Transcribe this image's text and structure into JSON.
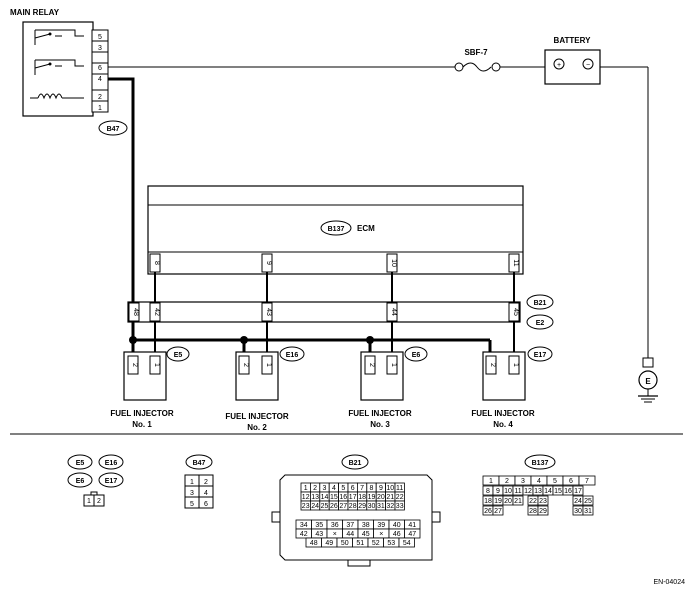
{
  "main_relay": {
    "title": "MAIN RELAY",
    "connector": "B47",
    "pins": [
      "5",
      "3",
      "6",
      "4",
      "2",
      "1"
    ]
  },
  "fuse": {
    "label": "SBF-7"
  },
  "battery": {
    "label": "BATTERY",
    "plus": "+",
    "minus": "−"
  },
  "ecm": {
    "connector": "B137",
    "label": "ECM",
    "pins": [
      "8",
      "9",
      "10",
      "11"
    ]
  },
  "harness": {
    "connector_top": "B21",
    "connector_bottom": "E2",
    "pins": [
      "48",
      "42",
      "43",
      "44",
      "45"
    ]
  },
  "injectors": [
    {
      "line1": "FUEL INJECTOR",
      "line2": "No. 1",
      "connector": "E5",
      "pins": [
        "2",
        "1"
      ]
    },
    {
      "line1": "FUEL INJECTOR",
      "line2": "No. 2",
      "connector": "E16",
      "pins": [
        "2",
        "1"
      ]
    },
    {
      "line1": "FUEL INJECTOR",
      "line2": "No. 3",
      "connector": "E6",
      "pins": [
        "2",
        "1"
      ]
    },
    {
      "line1": "FUEL INJECTOR",
      "line2": "No. 4",
      "connector": "E17",
      "pins": [
        "2",
        "1"
      ]
    }
  ],
  "ground": {
    "label": "E"
  },
  "legend": {
    "injector_connectors": [
      "E5",
      "E16",
      "E6",
      "E17"
    ],
    "injector_pins": [
      "1",
      "2"
    ],
    "b47": {
      "label": "B47",
      "rows": [
        [
          "1",
          "2"
        ],
        [
          "3",
          "4"
        ],
        [
          "5",
          "6"
        ]
      ]
    },
    "b21": {
      "label": "B21",
      "rows": [
        [
          "1",
          "2",
          "3",
          "4",
          "5",
          "6",
          "7",
          "8",
          "9",
          "10",
          "11"
        ],
        [
          "12",
          "13",
          "14",
          "15",
          "16",
          "17",
          "18",
          "19",
          "20",
          "21",
          "22"
        ],
        [
          "23",
          "24",
          "25",
          "26",
          "27",
          "28",
          "29",
          "30",
          "31",
          "32",
          "33"
        ],
        [
          "34",
          "35",
          "36",
          "37",
          "38",
          "39",
          "40",
          "41"
        ],
        [
          "42",
          "43",
          "×",
          "44",
          "45",
          "×",
          "46",
          "47"
        ],
        [
          "48",
          "49",
          "50",
          "51",
          "52",
          "53",
          "54"
        ]
      ]
    },
    "b137": {
      "label": "B137",
      "rows": [
        [
          "1",
          "2",
          "3",
          "4",
          "5",
          "6",
          "7"
        ],
        [
          "8",
          "9",
          "10",
          "11",
          "12",
          "13",
          "14",
          "15",
          "16",
          "17"
        ],
        [
          "18",
          "19",
          "20",
          "21",
          "22",
          "23",
          "24",
          "25"
        ],
        [
          "26",
          "27",
          "28",
          "29",
          "30",
          "31"
        ]
      ]
    }
  },
  "doc_id": "EN-04024"
}
